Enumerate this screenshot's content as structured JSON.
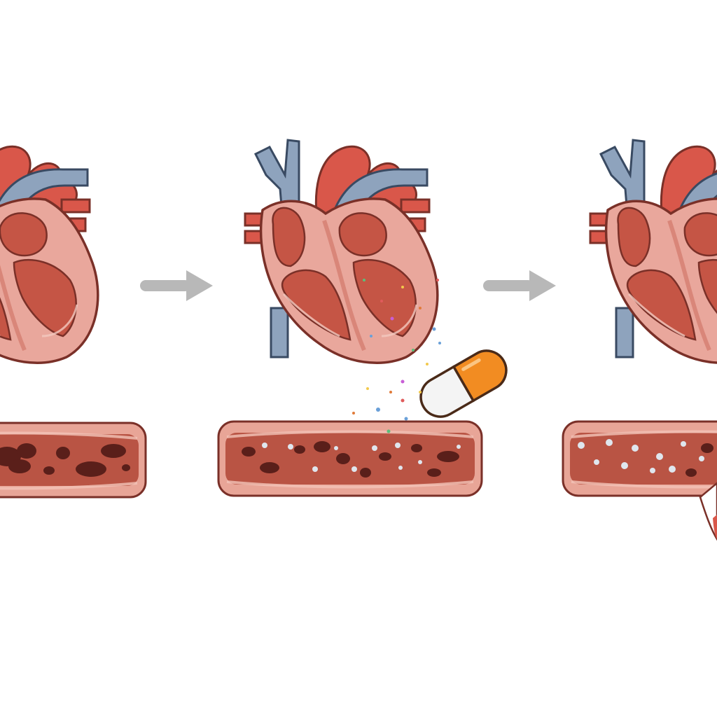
{
  "diagram": {
    "panels": [
      {
        "heart_state": "untreated",
        "artery_state": "clogged"
      },
      {
        "heart_state": "treating",
        "artery_state": "clearing"
      },
      {
        "heart_state": "treated",
        "artery_state": "cleared"
      }
    ],
    "colors": {
      "background": "#ffffff",
      "heart_wall": "#e9a79c",
      "heart_wall_dark": "#cf6f63",
      "heart_chamber": "#c55545",
      "aorta": "#d9574a",
      "vein": "#8ea3bd",
      "outline": "#7a3028",
      "arrow": "#b8b8b8",
      "artery_wall": "#e8a597",
      "artery_lumen": "#b95444",
      "plaque": "#5a1f1a",
      "particle": "#dfe6ee",
      "pill_orange": "#f28c22",
      "pill_white": "#f4f4f4"
    }
  }
}
